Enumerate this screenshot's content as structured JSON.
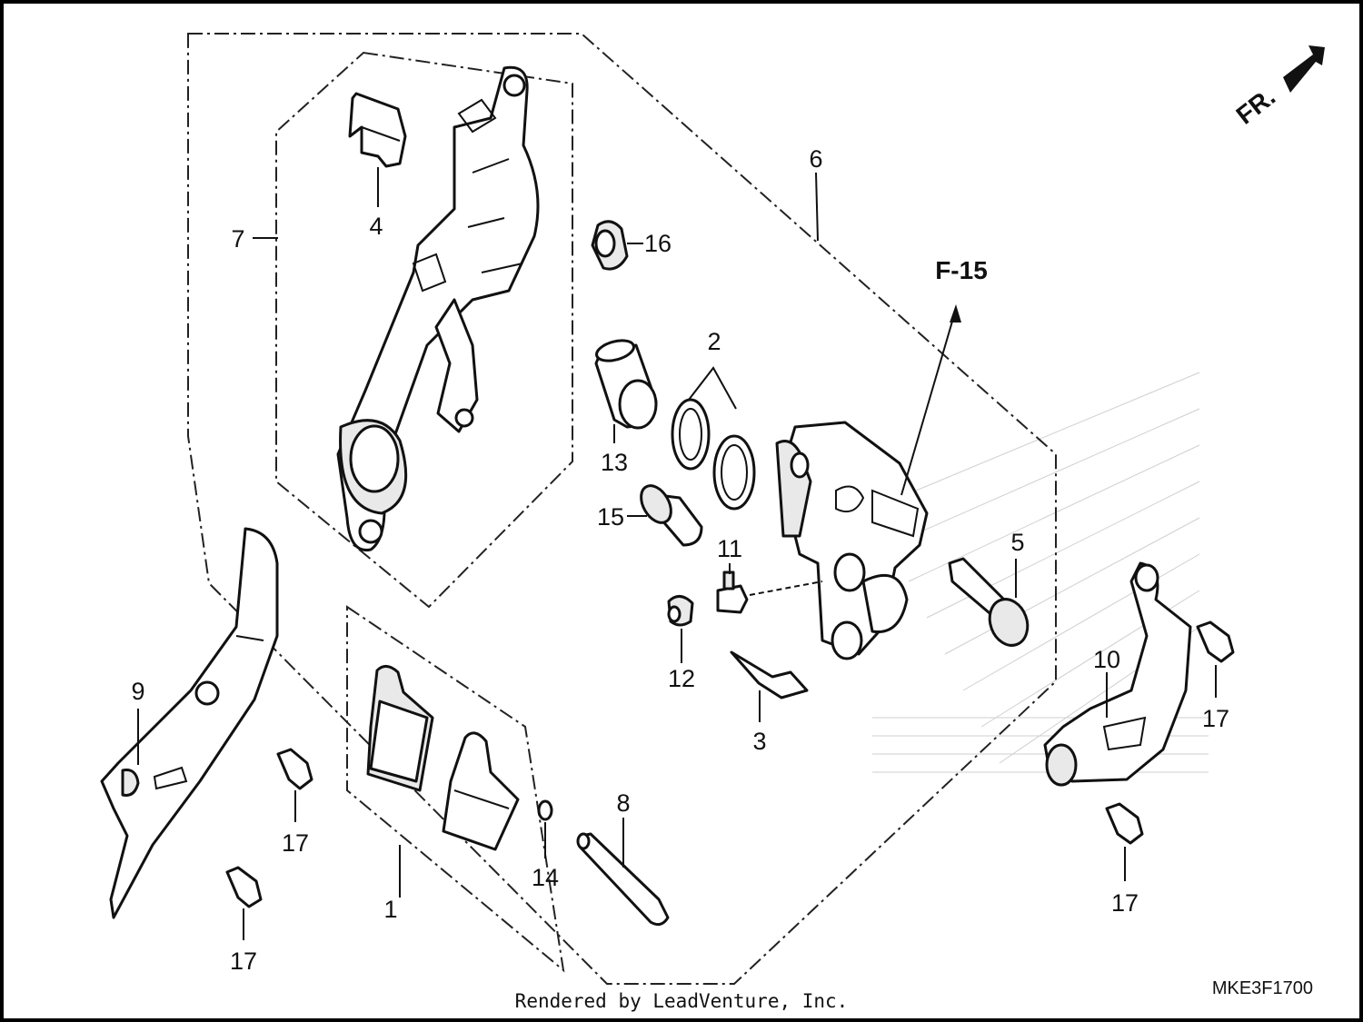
{
  "parts": [
    {
      "id": "1",
      "label": "1"
    },
    {
      "id": "2",
      "label": "2"
    },
    {
      "id": "3",
      "label": "3"
    },
    {
      "id": "4",
      "label": "4"
    },
    {
      "id": "5",
      "label": "5"
    },
    {
      "id": "6",
      "label": "6"
    },
    {
      "id": "7",
      "label": "7"
    },
    {
      "id": "8",
      "label": "8"
    },
    {
      "id": "9",
      "label": "9"
    },
    {
      "id": "10",
      "label": "10"
    },
    {
      "id": "11",
      "label": "11"
    },
    {
      "id": "12",
      "label": "12"
    },
    {
      "id": "13",
      "label": "13"
    },
    {
      "id": "14",
      "label": "14"
    },
    {
      "id": "15",
      "label": "15"
    },
    {
      "id": "16",
      "label": "16"
    },
    {
      "id": "17a",
      "label": "17"
    },
    {
      "id": "17b",
      "label": "17"
    },
    {
      "id": "17c",
      "label": "17"
    },
    {
      "id": "17d",
      "label": "17"
    }
  ],
  "callouts": {
    "reference": "F-15",
    "direction": "FR."
  },
  "diagram_code": "MKE3F1700",
  "footer": "Rendered by LeadVenture, Inc."
}
